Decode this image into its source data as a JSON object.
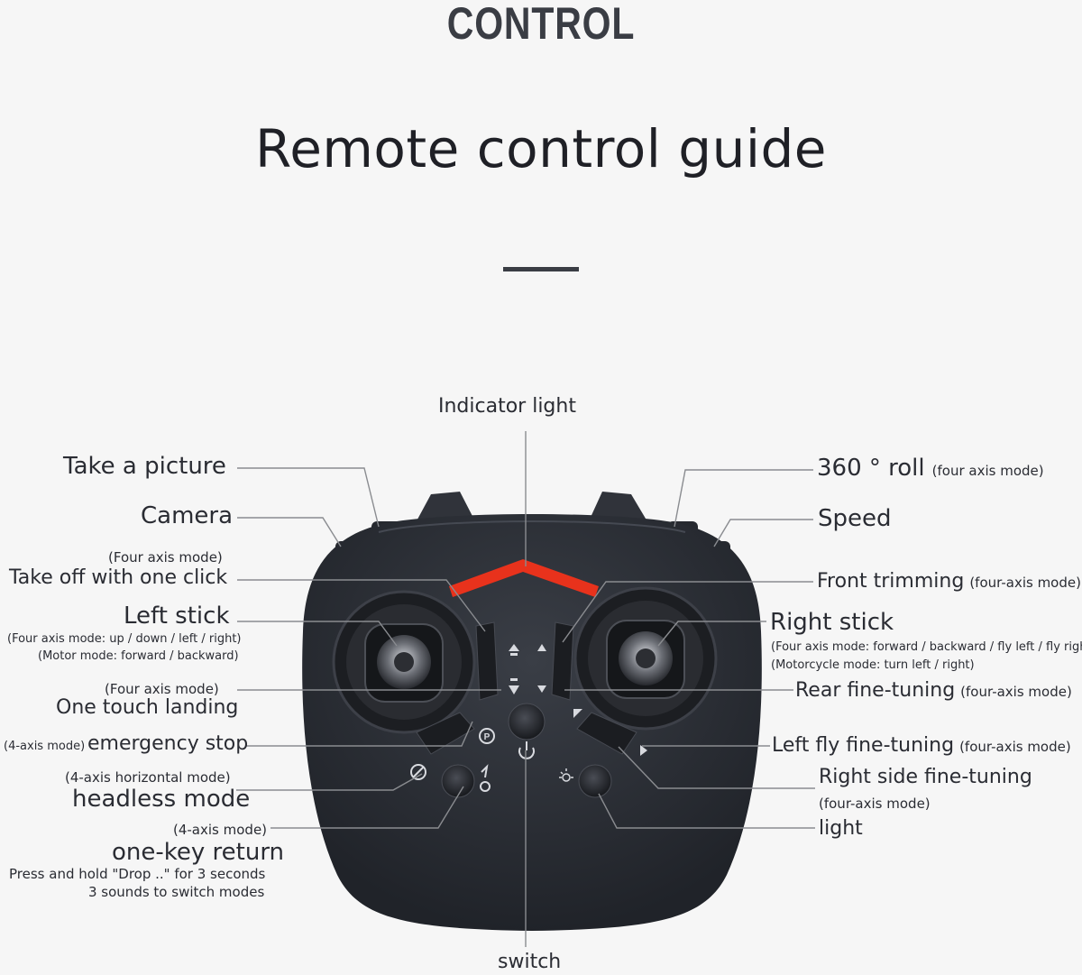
{
  "header": {
    "title": "CONTROL",
    "subtitle": "Remote control guide"
  },
  "labels": {
    "indicator_light": "Indicator light",
    "switch": "switch",
    "take_a_picture": "Take a picture",
    "camera": "Camera",
    "takeoff_mode": "(Four axis mode)",
    "takeoff": "Take off with one click",
    "left_stick": "Left stick",
    "left_stick_note1": "(Four axis mode: up / down / left / right)",
    "left_stick_note2": "(Motor mode: forward / backward)",
    "landing_mode": "(Four axis mode)",
    "landing": "One touch landing",
    "emergency_mode": "(4-axis mode)",
    "emergency": "emergency stop",
    "headless_mode_note": "(4-axis horizontal mode)",
    "headless": "headless mode",
    "return_mode": "(4-axis mode)",
    "return": "one-key return",
    "return_note1": "Press and hold \"Drop ..\" for 3 seconds",
    "return_note2": "3 sounds to switch modes",
    "roll": "360 ° roll",
    "roll_mode": "(four axis mode)",
    "speed": "Speed",
    "front_trim": "Front trimming",
    "front_trim_mode": "(four-axis mode)",
    "right_stick": "Right stick",
    "right_stick_note1": "(Four axis mode: forward / backward / fly left / fly right)",
    "right_stick_note2": "(Motorcycle mode: turn left / right)",
    "rear_trim": "Rear fine-tuning",
    "rear_trim_mode": "(four-axis mode)",
    "left_fly_trim": "Left fly fine-tuning",
    "left_fly_trim_mode": "(four-axis mode)",
    "right_side_trim": "Right side fine-tuning",
    "right_side_trim_mode": "(four-axis mode)",
    "light": "light"
  },
  "colors": {
    "background": "#f6f6f6",
    "controller_body": "#2b2e34",
    "indicator_red": "#e8321c",
    "leader_line": "#8a8c90"
  },
  "icons": {
    "takeoff_button": "arrow-up-icon",
    "landing_button": "arrow-down-icon",
    "power_button": "power-icon",
    "emergency_button": "parking-icon",
    "headless_button": "headless-icon",
    "return_button": "return-icon",
    "light_button": "light-icon"
  }
}
